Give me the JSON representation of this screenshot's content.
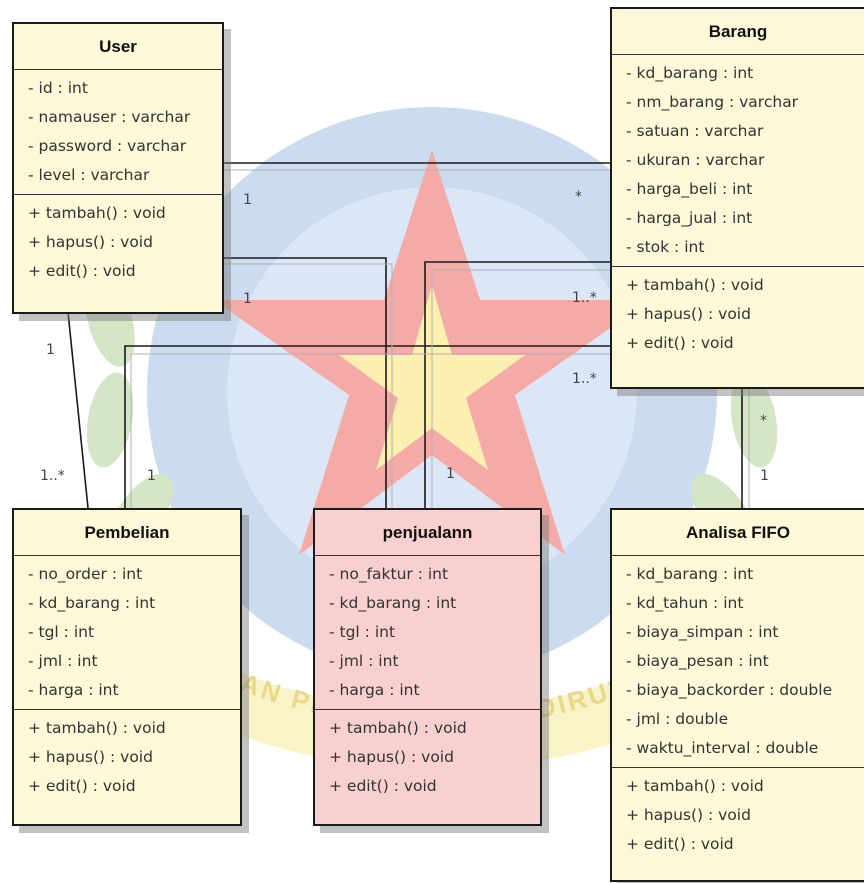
{
  "watermark": {
    "text": "YAYASAN PROF. DR. H. KADIRUN YAHYA"
  },
  "classes": {
    "user": {
      "name": "User",
      "attributes": [
        "- id : int",
        "- namauser : varchar",
        "- password : varchar",
        "- level : varchar"
      ],
      "operations": [
        "+ tambah() : void",
        "+ hapus() : void",
        "+ edit() : void"
      ]
    },
    "barang": {
      "name": "Barang",
      "attributes": [
        "- kd_barang : int",
        "- nm_barang : varchar",
        "- satuan : varchar",
        "- ukuran : varchar",
        "- harga_beli : int",
        "- harga_jual : int",
        "- stok : int"
      ],
      "operations": [
        "+ tambah() : void",
        "+ hapus() : void",
        "+ edit() : void"
      ]
    },
    "pembelian": {
      "name": "Pembelian",
      "attributes": [
        "- no_order : int",
        "- kd_barang : int",
        "- tgl : int",
        "- jml : int",
        "- harga : int"
      ],
      "operations": [
        "+ tambah() : void",
        "+ hapus() : void",
        "+ edit() : void"
      ]
    },
    "penjualann": {
      "name": "penjualann",
      "attributes": [
        "- no_faktur : int",
        "- kd_barang : int",
        "- tgl : int",
        "- jml : int",
        "- harga : int"
      ],
      "operations": [
        "+ tambah() : void",
        "+ hapus() : void",
        "+ edit() : void"
      ]
    },
    "fifo": {
      "name": "Analisa FIFO",
      "attributes": [
        "- kd_barang : int",
        "- kd_tahun : int",
        "- biaya_simpan : int",
        "- biaya_pesan : int",
        "- biaya_backorder : double",
        "- jml : double",
        "- waktu_interval : double"
      ],
      "operations": [
        "+ tambah() : void",
        "+ hapus() : void",
        "+ edit() : void"
      ]
    }
  },
  "multiplicities": {
    "user_barang_user": "1",
    "user_barang_barang": "*",
    "user_penjualann_user": "1",
    "user_pembelian_user": "1",
    "user_pembelian_pembelian": "1..*",
    "pembelian_top": "1",
    "barang_penjualann_barang": "1..*",
    "barang_pembelian_barang": "1..*",
    "penjualann_top": "1",
    "barang_fifo_barang": "*",
    "barang_fifo_fifo": "1"
  },
  "colors": {
    "class_fill": "#fcf8d8",
    "class_fill_highlight": "#f7d0cf",
    "line": "#1a1a1a",
    "watermark_blue": "#c2d6ef",
    "watermark_red": "#f2a6a3",
    "watermark_yellow": "#faf1b8",
    "watermark_green": "#cfe3c2"
  }
}
